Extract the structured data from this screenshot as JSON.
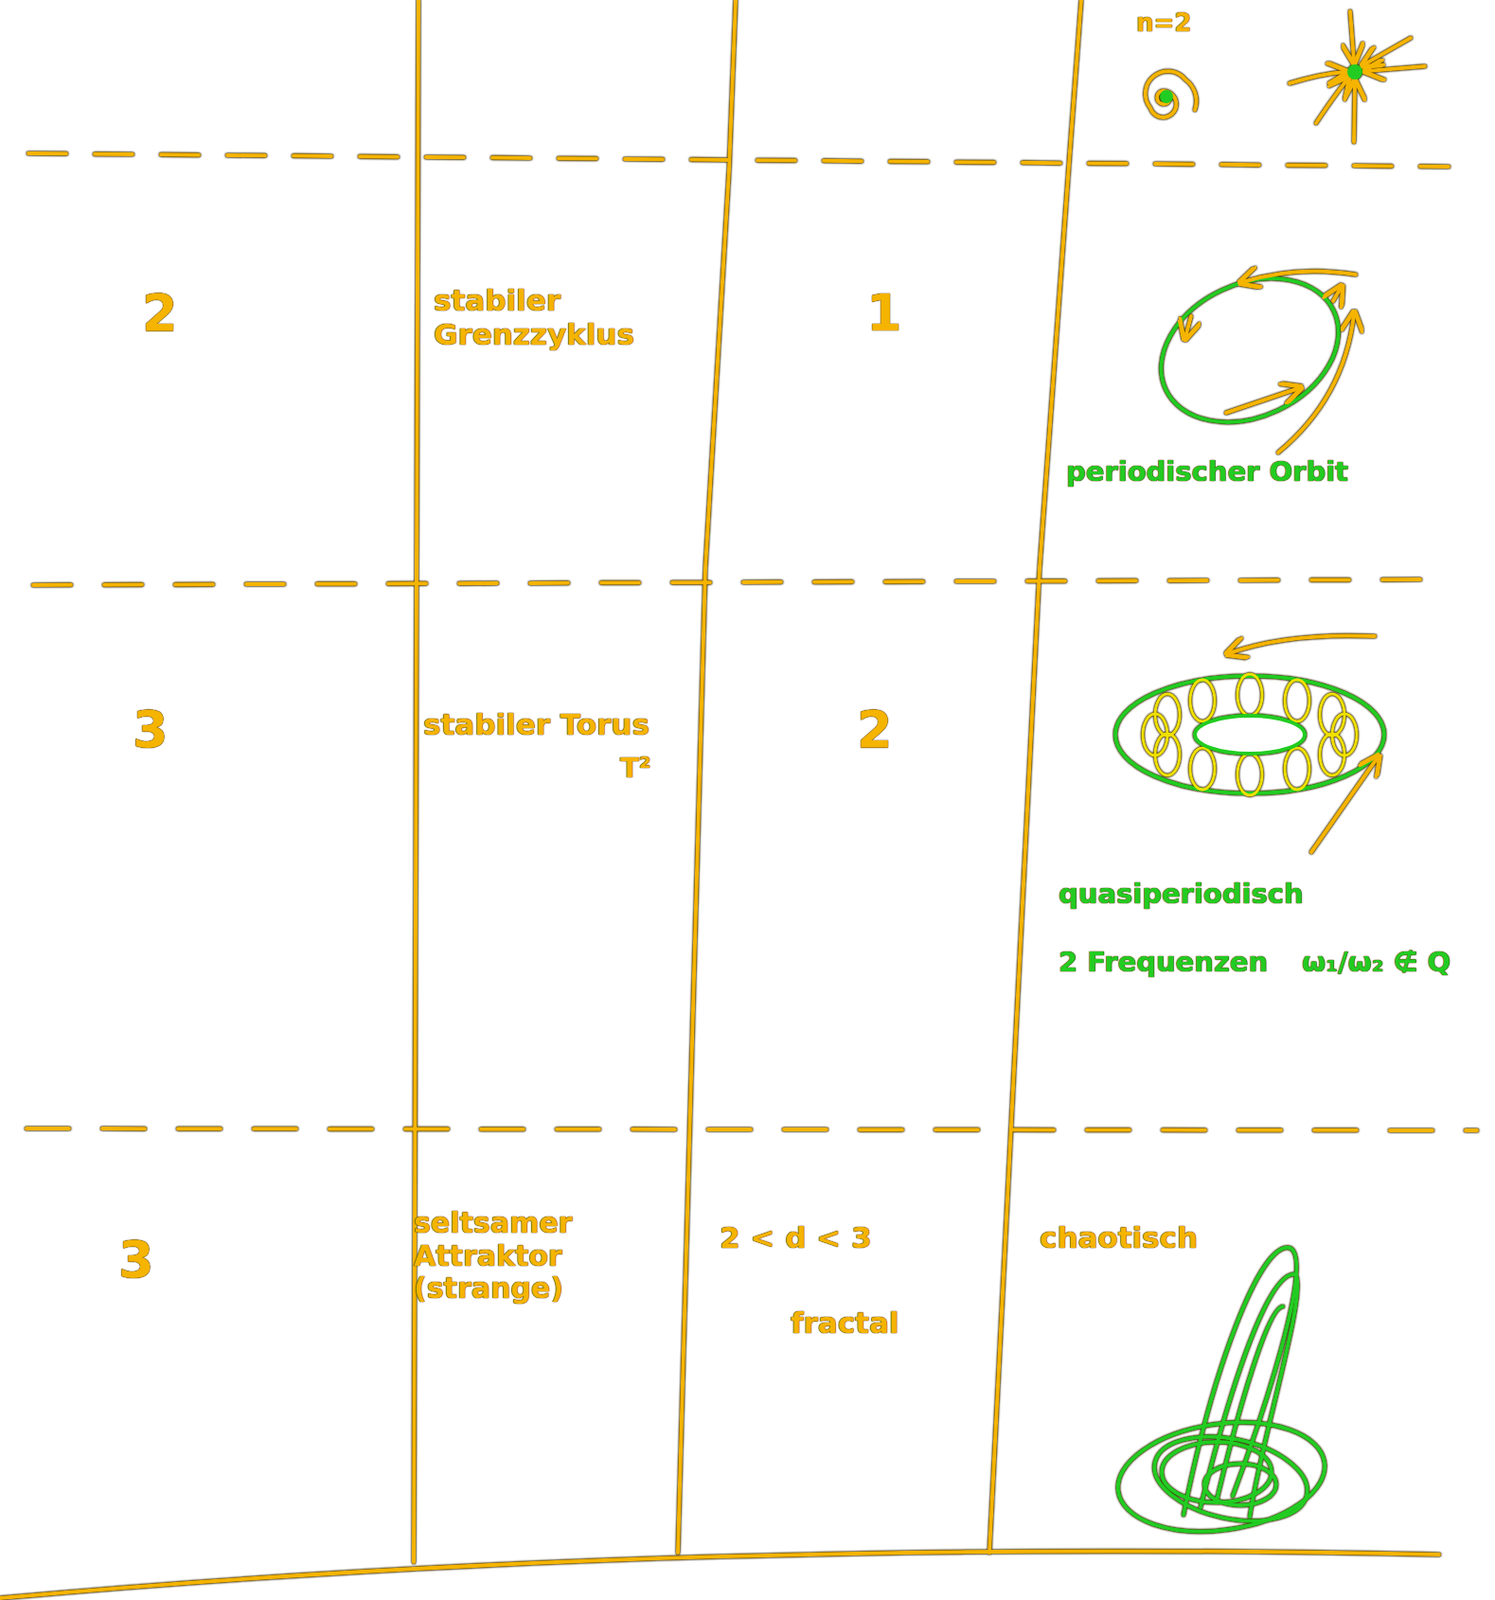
{
  "diagram": {
    "labels": [
      "n=2",
      "2",
      "stabiler Grenzzyklus",
      "1",
      "periodischer Orbit",
      "3",
      "stabiler Torus",
      "T²",
      "2",
      "quasiperiodisch",
      "2 Frequenzen",
      "ω₁/ω₂ ∉ Q",
      "3",
      "seltsamer Attraktor (strange)",
      "2 < d < 3",
      "fractal",
      "chaotisch"
    ]
  }
}
